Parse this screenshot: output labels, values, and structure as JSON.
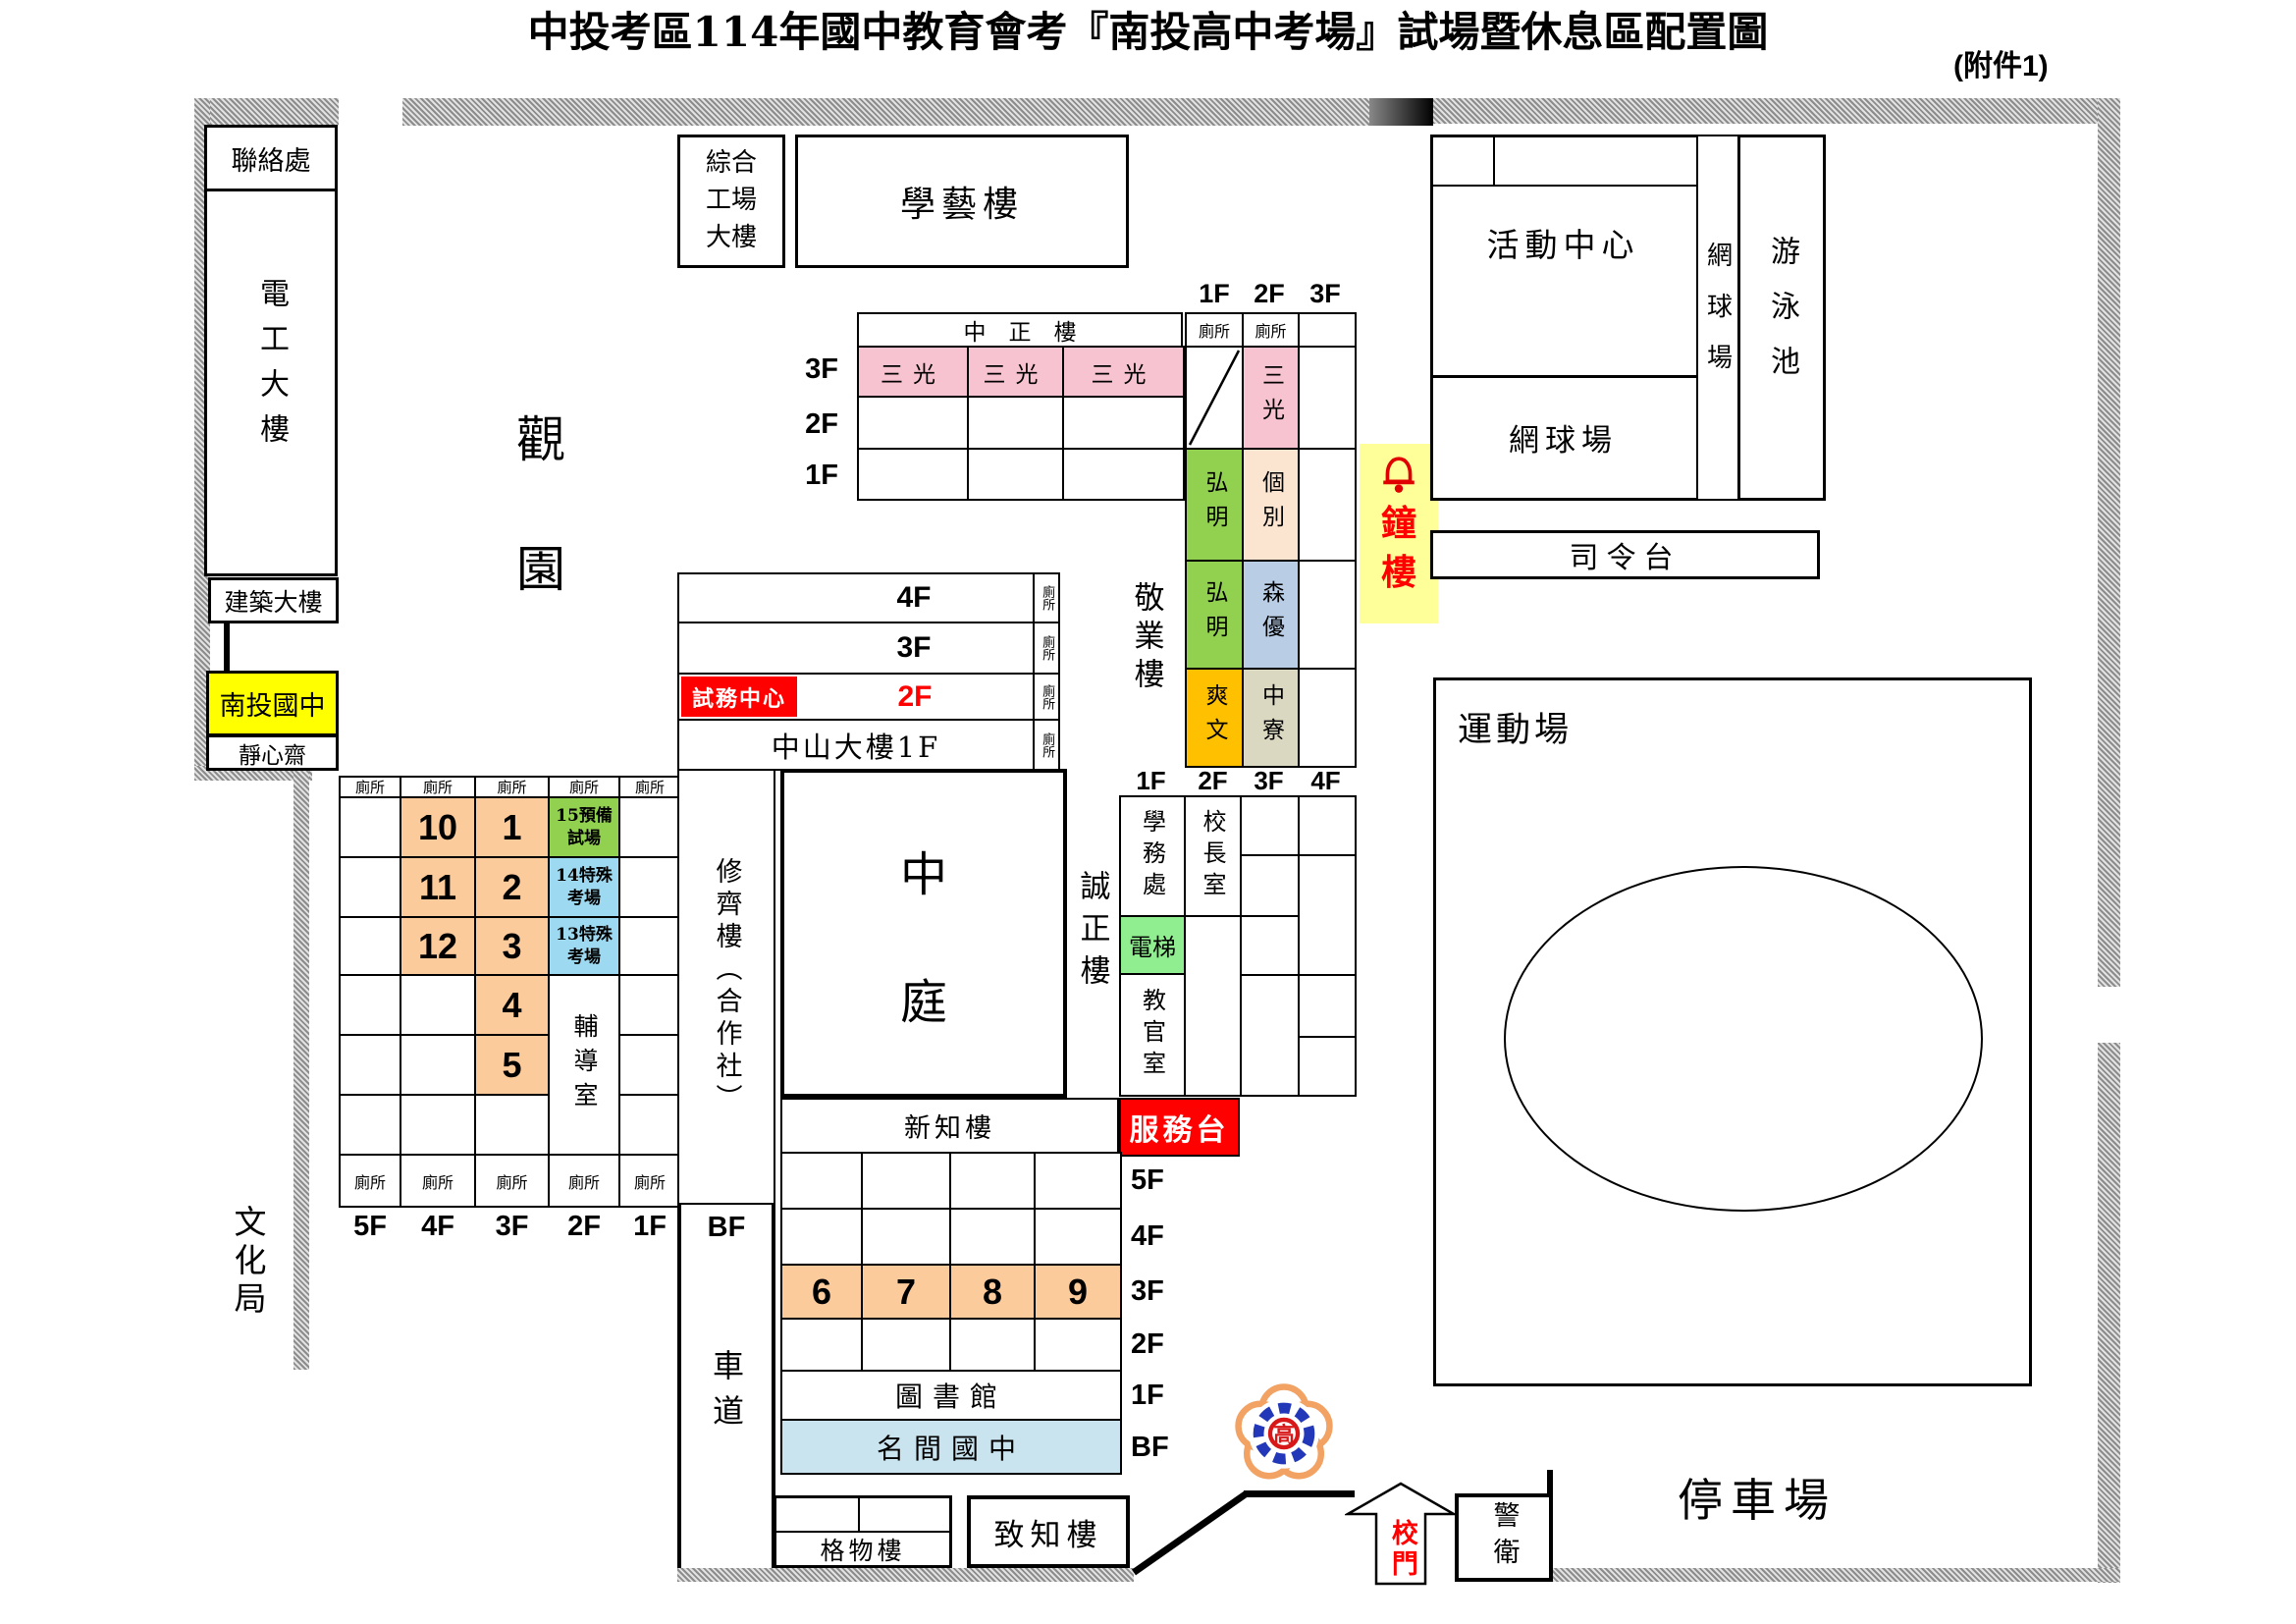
{
  "title": "中投考區114年國中教育會考『南投高中考場』試場暨休息區配置圖",
  "attachment": "(附件1)",
  "labels": {
    "toilet": "廁所",
    "f1": "1F",
    "f2": "2F",
    "f3": "3F",
    "f4": "4F",
    "f5": "5F",
    "bf": "BF"
  },
  "colors": {
    "room_orange": "#FBCB9C",
    "special_green": "#92D050",
    "special_blue": "#9DD9F0",
    "pink": "#F8C3D0",
    "peach": "#FBE5D0",
    "blue_gray": "#B9CDE5",
    "gold": "#FFC000",
    "tan": "#DBD8C2",
    "elevator_green": "#90EE90",
    "basement_blue": "#C9E3EF",
    "red": "#FF0000",
    "yellow": "#FFFF00",
    "pale_yellow": "#FFFF99"
  },
  "west": {
    "contact_office": "聯絡處",
    "electrical_building": "電工大樓",
    "guan": "觀",
    "yuan": "園",
    "architecture_building": "建築大樓",
    "nantou_junior_high": "南投國中",
    "jing_xin_zhai": "靜心齋",
    "culture_bureau": "文化局"
  },
  "north": {
    "workshop_building": "綜合工場大樓",
    "xueyi_building": "學藝樓"
  },
  "zhongzheng_building": {
    "name": "中　正　樓",
    "sanguang": "三光",
    "floors_left": [
      "3F",
      "2F",
      "1F"
    ]
  },
  "jingye_building": {
    "name": "敬業樓",
    "floors_top": [
      "1F",
      "2F",
      "3F"
    ],
    "sanguang": "三光",
    "hongming": "弘明",
    "gebie": "個別",
    "senyou": "森優",
    "shuangwen": "爽文",
    "zhongliao": "中寮"
  },
  "bell_tower": {
    "char1": "鐘",
    "char2": "樓"
  },
  "zhongshan_building": {
    "f4": "4F",
    "f3": "3F",
    "f2": "2F",
    "f1_label": "中山大樓1F",
    "exam_office": "試務中心"
  },
  "exam_grid": {
    "rooms_4f": [
      "10",
      "11",
      "12"
    ],
    "rooms_3f": [
      "1",
      "2",
      "3",
      "4",
      "5"
    ],
    "special_rooms": [
      "15預備試場",
      "14特殊考場",
      "13特殊考場"
    ],
    "counseling_room": "輔導室",
    "floors": [
      "5F",
      "4F",
      "3F",
      "2F",
      "1F"
    ]
  },
  "xiuqi_building": {
    "name": "修齊樓（合作社）",
    "bf": "BF"
  },
  "courtyard": {
    "char1": "中",
    "char2": "庭"
  },
  "chengzheng_building": {
    "name": "誠正樓",
    "floors_top": [
      "1F",
      "2F",
      "3F",
      "4F"
    ],
    "student_affairs": "學務處",
    "principal_office": "校長室",
    "elevator": "電梯",
    "military_office": "教官室",
    "service_desk": "服務台"
  },
  "xinzhi_building": {
    "name": "新知樓",
    "rooms_3f": [
      "6",
      "7",
      "8",
      "9"
    ],
    "library": "圖書館",
    "mingjian_junior_high": "名間國中",
    "floors": [
      "5F",
      "4F",
      "3F",
      "2F",
      "1F",
      "BF"
    ]
  },
  "driveway": {
    "bf": "BF",
    "name": "車道"
  },
  "south": {
    "gewu_building": "格物樓",
    "zhizhi_building": "致知樓",
    "school_gate": "校門",
    "guard": "警衛",
    "parking_lot": "停車場"
  },
  "east": {
    "activity_center": "活動中心",
    "tennis_court_side": "網球場",
    "swimming_pool": "游泳池",
    "tennis_court": "網球場",
    "stage": "司令台",
    "sports_field": "運動場"
  }
}
